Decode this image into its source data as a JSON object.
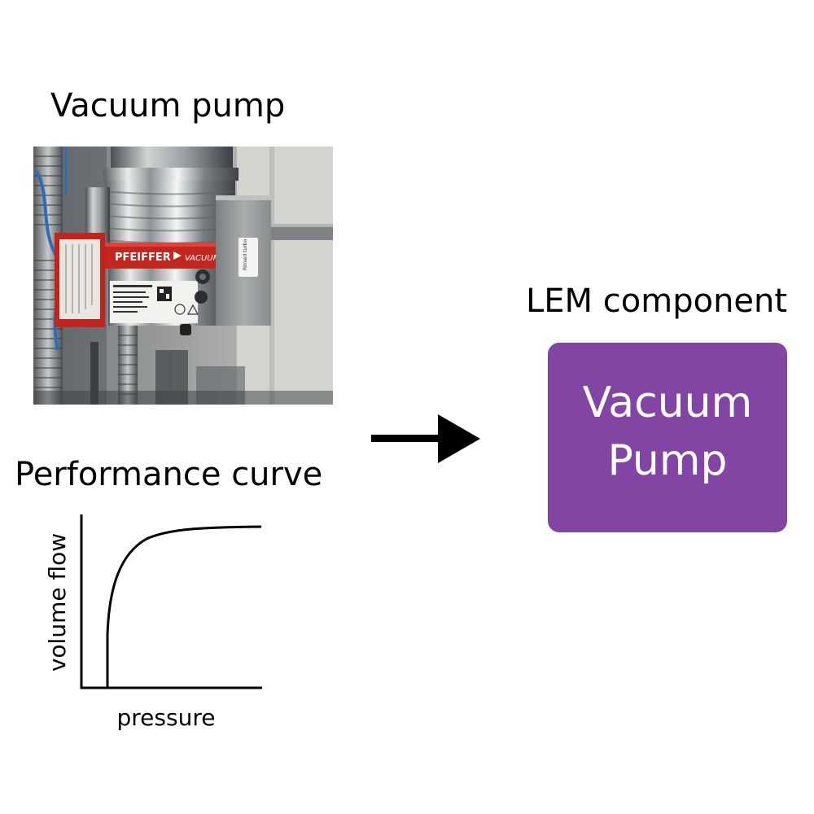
{
  "source_panel": {
    "photo_title": "Vacuum pump",
    "photo_labels": {
      "brand": "PFEIFFER",
      "brand_suffix": "VACUUM",
      "side_tag": "Rinsed turbo"
    },
    "curve_title": "Performance curve",
    "curve_ylabel": "volume flow",
    "curve_xlabel": "pressure"
  },
  "target_panel": {
    "component_title": "LEM component",
    "block_line_1": "Vacuum",
    "block_line_2": "Pump",
    "block_color": "#8245a3"
  },
  "icons": {
    "arrow": "right-arrow-icon",
    "photo": "vacuum-pump-photo",
    "curve": "performance-curve-plot"
  }
}
